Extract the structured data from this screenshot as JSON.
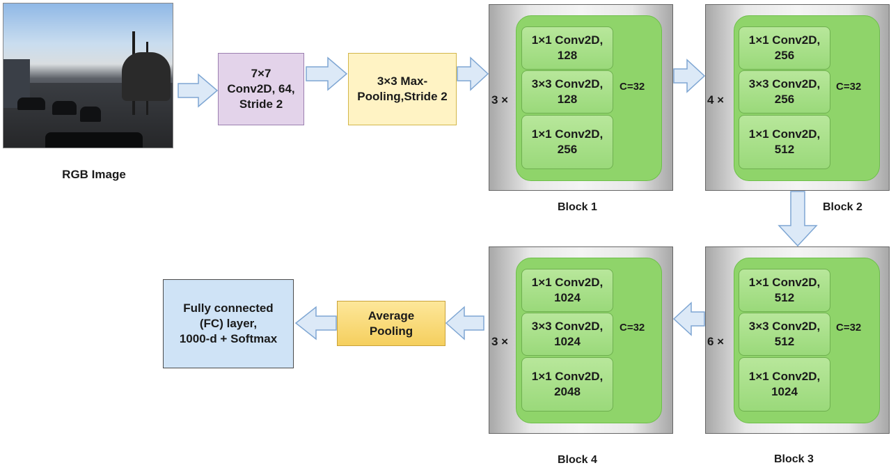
{
  "input": {
    "caption": "RGB Image"
  },
  "stem": {
    "conv": "7×7\nConv2D, 64,\nStride 2",
    "pool": "3×3 Max-\nPooling,Stride 2"
  },
  "blocks": [
    {
      "name": "Block 1",
      "repeat": "3 ×",
      "cardinality": "C=32",
      "layers": [
        "1×1 Conv2D,\n128",
        "3×3 Conv2D,\n128",
        "1×1 Conv2D,\n256"
      ]
    },
    {
      "name": "Block 2",
      "repeat": "4 ×",
      "cardinality": "C=32",
      "layers": [
        "1×1 Conv2D,\n256",
        "3×3 Conv2D,\n256",
        "1×1 Conv2D,\n512"
      ]
    },
    {
      "name": "Block 3",
      "repeat": "6 ×",
      "cardinality": "C=32",
      "layers": [
        "1×1 Conv2D,\n512",
        "3×3 Conv2D,\n512",
        "1×1 Conv2D,\n1024"
      ]
    },
    {
      "name": "Block 4",
      "repeat": "3 ×",
      "cardinality": "C=32",
      "layers": [
        "1×1 Conv2D,\n1024",
        "3×3 Conv2D,\n1024",
        "1×1 Conv2D,\n2048"
      ]
    }
  ],
  "head": {
    "pool": "Average\nPooling",
    "fc": "Fully connected\n(FC) layer,\n1000-d + Softmax"
  },
  "colors": {
    "arrow_fill": "#dce9f7",
    "arrow_stroke": "#7ea6d3",
    "conv_box": "#e3d3ea",
    "maxpool_box": "#fff3c4",
    "avgpool_box": "#f5cf5e",
    "fc_box": "#cfe3f6",
    "green_panel": "#8fd46a",
    "layer_box": "#b8e79b"
  }
}
